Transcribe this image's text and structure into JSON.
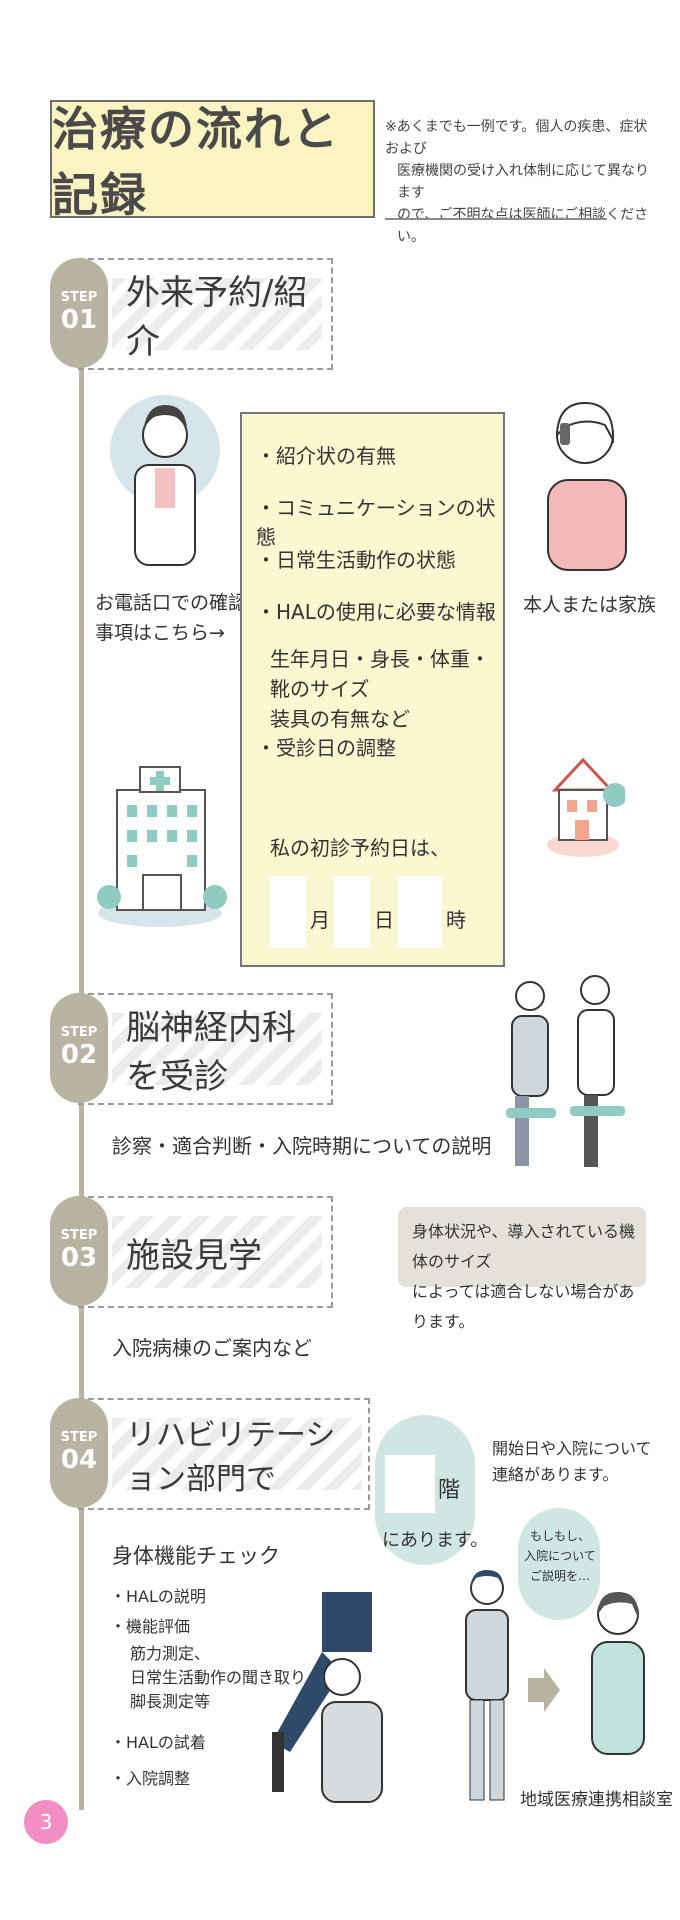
{
  "header": {
    "title": "治療の流れと記録",
    "note": [
      "※あくまでも一例です。個人の疾患、症状および",
      "医療機関の受け入れ体制に応じて異なります",
      "ので、ご不明な点は医師にご相談ください。"
    ]
  },
  "step1": {
    "step_label": "STEP",
    "number": "01",
    "title": "外来予約/紹介",
    "caption_left": [
      "お電話口での確認",
      "事項はこちら→"
    ],
    "caption_right": "本人または家族",
    "items": [
      "・紹介状の有無",
      "・コミュニケーションの状態",
      "・日常生活動作の状態",
      "・HALの使用に必要な情報"
    ],
    "sub_items": [
      "生年月日・身長・体重・靴のサイズ",
      "装具の有無など"
    ],
    "item_last": "・受診日の調整",
    "appointment_label": "私の初診予約日は、",
    "month": "月",
    "day": "日",
    "hour": "時"
  },
  "step2": {
    "step_label": "STEP",
    "number": "02",
    "title": "脳神経内科を受診",
    "desc": "診察・適合判断・入院時期についての説明"
  },
  "step3": {
    "step_label": "STEP",
    "number": "03",
    "title": "施設見学",
    "desc": "入院病棟のご案内など",
    "note": [
      "身体状況や、導入されている機体のサイズ",
      "によっては適合しない場合があります。"
    ]
  },
  "step4": {
    "step_label": "STEP",
    "number": "04",
    "title": "リハビリテーション部門で",
    "floor": "階",
    "floor_suffix": "にあります。",
    "contact_note": [
      "開始日や入院について",
      "連絡があります。"
    ],
    "phone_bubble": [
      "もしもし、",
      "入院について",
      "ご説明を…"
    ],
    "check_title": "身体機能チェック",
    "check_items": [
      "・HALの説明",
      "・機能評価"
    ],
    "check_sub": [
      "筋力測定、",
      "日常生活動作の聞き取り",
      "脚長測定等"
    ],
    "check_items2": [
      "・HALの試着",
      "・入院調整"
    ],
    "dept": "地域医療連携相談室"
  },
  "page_number": "3",
  "colors": {
    "badge": "#b8b4a1",
    "title_bg": "#fbf3c2",
    "info_bg": "#fbf7d0",
    "accent_teal": "#cfe6e2",
    "page_pink": "#f28ec3"
  }
}
